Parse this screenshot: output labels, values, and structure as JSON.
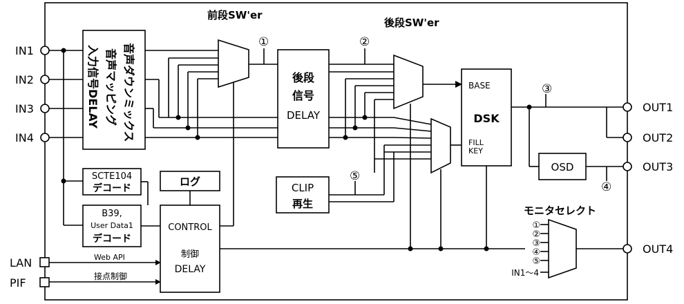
{
  "labels": {
    "front_switcher": "前段SW'er",
    "back_switcher": "後段SW'er",
    "inputs": [
      "IN1",
      "IN2",
      "IN3",
      "IN4"
    ],
    "outputs": [
      "OUT1",
      "OUT2",
      "OUT3",
      "OUT4"
    ],
    "lan": "LAN",
    "pif": "PIF",
    "web_api": "Web API",
    "contact_control": "接点制御",
    "monitor_select": "モニタセレクト"
  },
  "blocks": {
    "input_mapping": [
      "入力信号DELAY",
      "音声マッピング",
      "音声ダウンミックス"
    ],
    "back_delay": [
      "後段",
      "信号",
      "DELAY"
    ],
    "scte104": [
      "SCTE104",
      "デコード"
    ],
    "log": "ログ",
    "b39": [
      "B39,",
      "User Data1",
      "デコード"
    ],
    "control": [
      "CONTROL",
      "制御",
      "DELAY"
    ],
    "clip": [
      "CLIP",
      "再生"
    ],
    "dsk": {
      "base": "BASE",
      "title": "DSK",
      "fill": "FILL",
      "key": "KEY"
    },
    "osd": "OSD"
  },
  "markers": {
    "m1": "①",
    "m2": "②",
    "m3": "③",
    "m4": "④",
    "m5": "⑤"
  },
  "monitor_inputs": [
    "①",
    "②",
    "③",
    "④",
    "⑤",
    "IN1～4"
  ]
}
